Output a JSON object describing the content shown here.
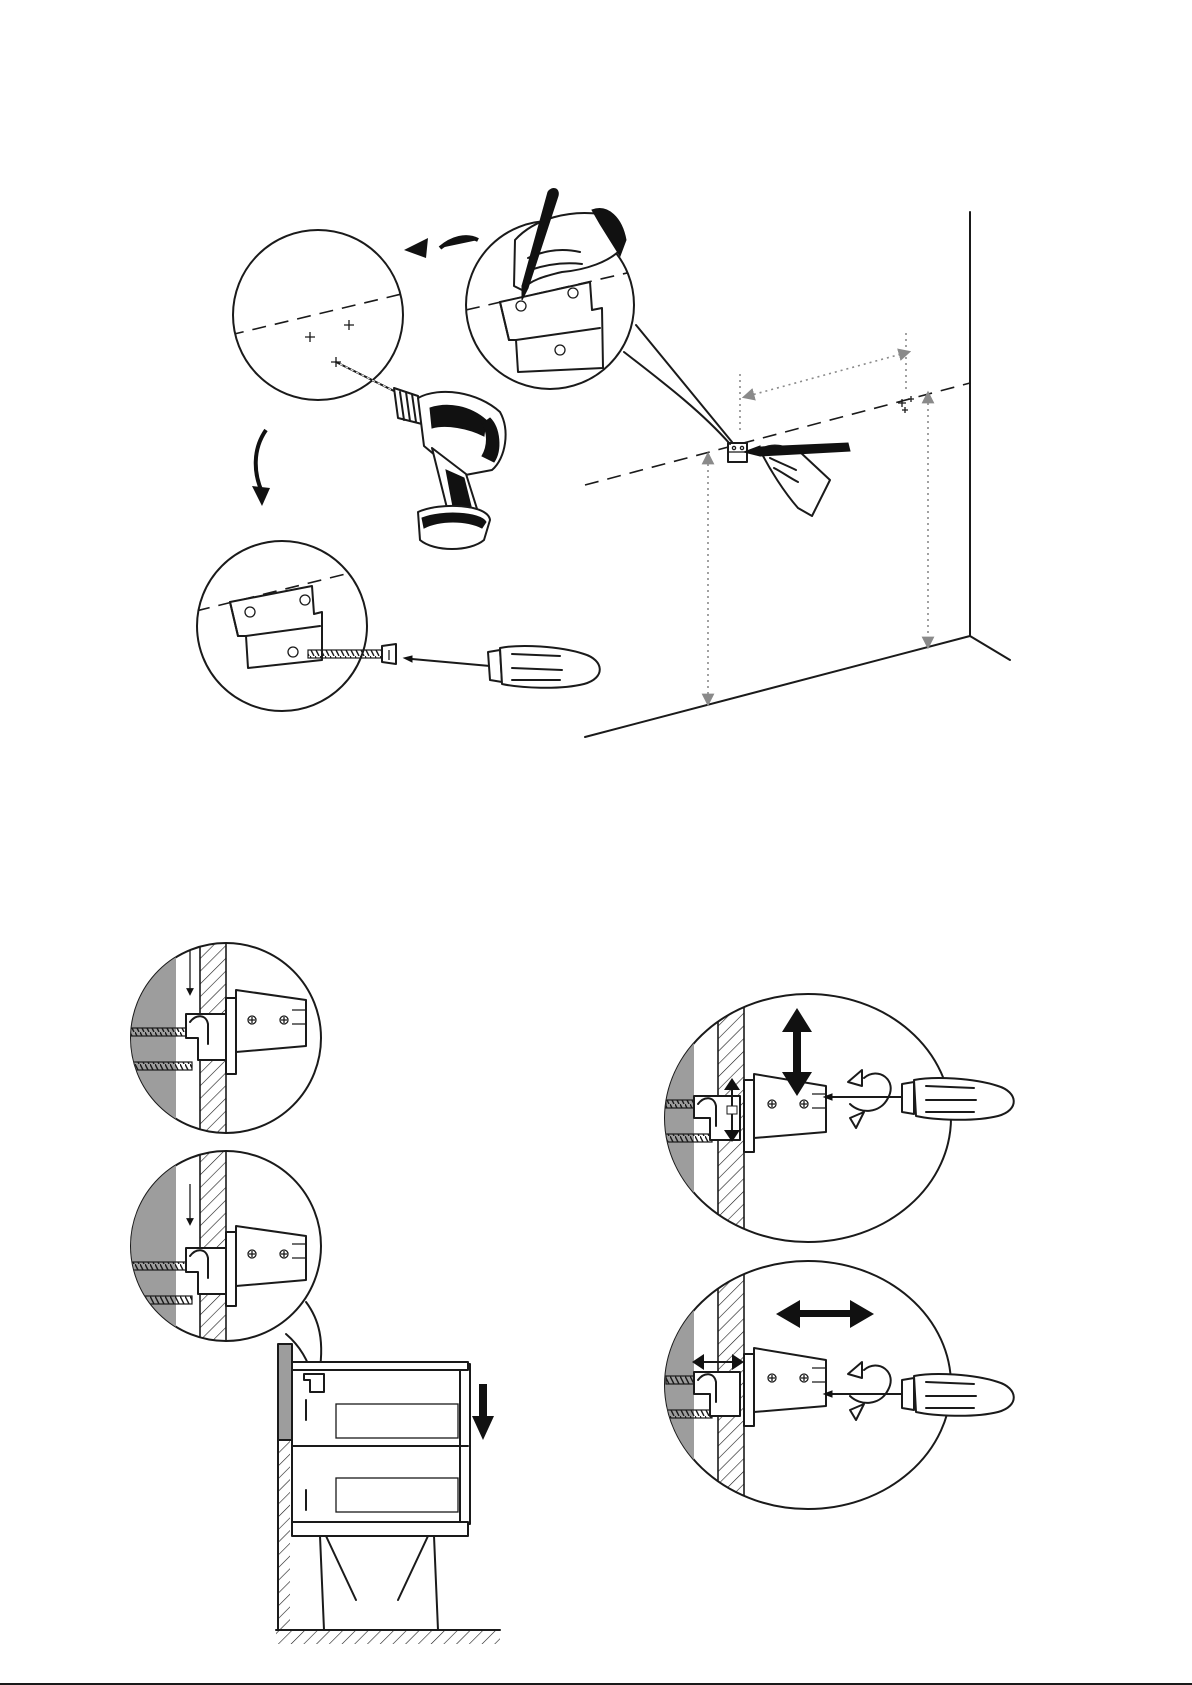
{
  "figure": {
    "kind": "wall-mounting assembly instructions",
    "steps": [
      {
        "id": "mark-and-drill",
        "icons": [
          "pencil-icon",
          "drill-icon",
          "screwdriver-icon",
          "screw-icon"
        ]
      },
      {
        "id": "hang-cabinet",
        "icons": [
          "down-arrow-icon"
        ]
      },
      {
        "id": "adjust-height",
        "icons": [
          "vertical-arrow-icon",
          "rotate-arrow-icon",
          "screwdriver-icon"
        ]
      },
      {
        "id": "adjust-depth",
        "icons": [
          "horizontal-arrow-icon",
          "rotate-arrow-icon",
          "screwdriver-icon"
        ]
      }
    ],
    "colors": {
      "line": "#1a1a1a",
      "fill_dark": "#111111",
      "wall_grey": "#9d9d9d",
      "guide_grey": "#8a8a8a",
      "background": "#ffffff"
    }
  }
}
